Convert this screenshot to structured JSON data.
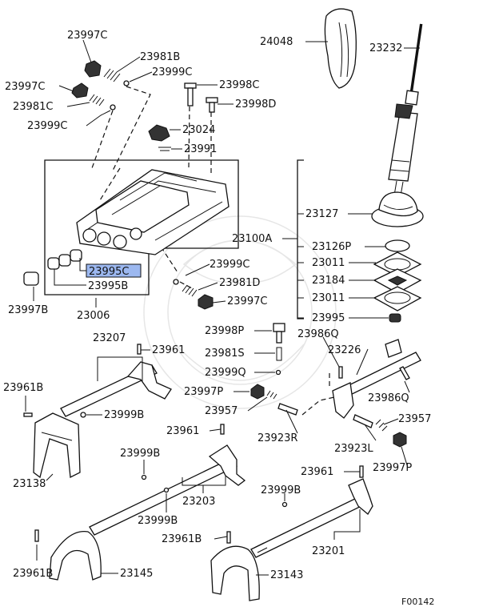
{
  "figure_code": "F00142",
  "highlight_color": "#9cb8f0",
  "labels": {
    "l23997C_a": "23997C",
    "l23981B_a": "23981B",
    "l23999C_a": "23999C",
    "l23997C_b": "23997C",
    "l23981C": "23981C",
    "l23999C_b": "23999C",
    "l23998C": "23998C",
    "l23998D": "23998D",
    "l23024": "23024",
    "l23991": "23991",
    "l24048": "24048",
    "l23232": "23232",
    "l23127": "23127",
    "l23100A": "23100A",
    "l23126P": "23126P",
    "l23011_a": "23011",
    "l23184": "23184",
    "l23011_b": "23011",
    "l23995": "23995",
    "l23995C": "23995C",
    "l23995B": "23995B",
    "l23997B": "23997B",
    "l23006": "23006",
    "l23999C_c": "23999C",
    "l23981D": "23981D",
    "l23997C_c": "23997C",
    "l23207": "23207",
    "l23961_a": "23961",
    "l23998P": "23998P",
    "l23986Q_a": "23986Q",
    "l23226": "23226",
    "l23981S": "23981S",
    "l23999Q": "23999Q",
    "l23961B_a": "23961B",
    "l23997P_a": "23997P",
    "l23986Q_b": "23986Q",
    "l23999B_a": "23999B",
    "l23957_a": "23957",
    "l23957_b": "23957",
    "l23961_b": "23961",
    "l23923R": "23923R",
    "l23923L": "23923L",
    "l23138": "23138",
    "l23999B_b": "23999B",
    "l23997P_b": "23997P",
    "l23961_c": "23961",
    "l23203": "23203",
    "l23999B_c": "23999B",
    "l23999B_d": "23999B",
    "l23961B_b": "23961B",
    "l23201": "23201",
    "l23961B_c": "23961B",
    "l23145": "23145",
    "l23143": "23143"
  }
}
